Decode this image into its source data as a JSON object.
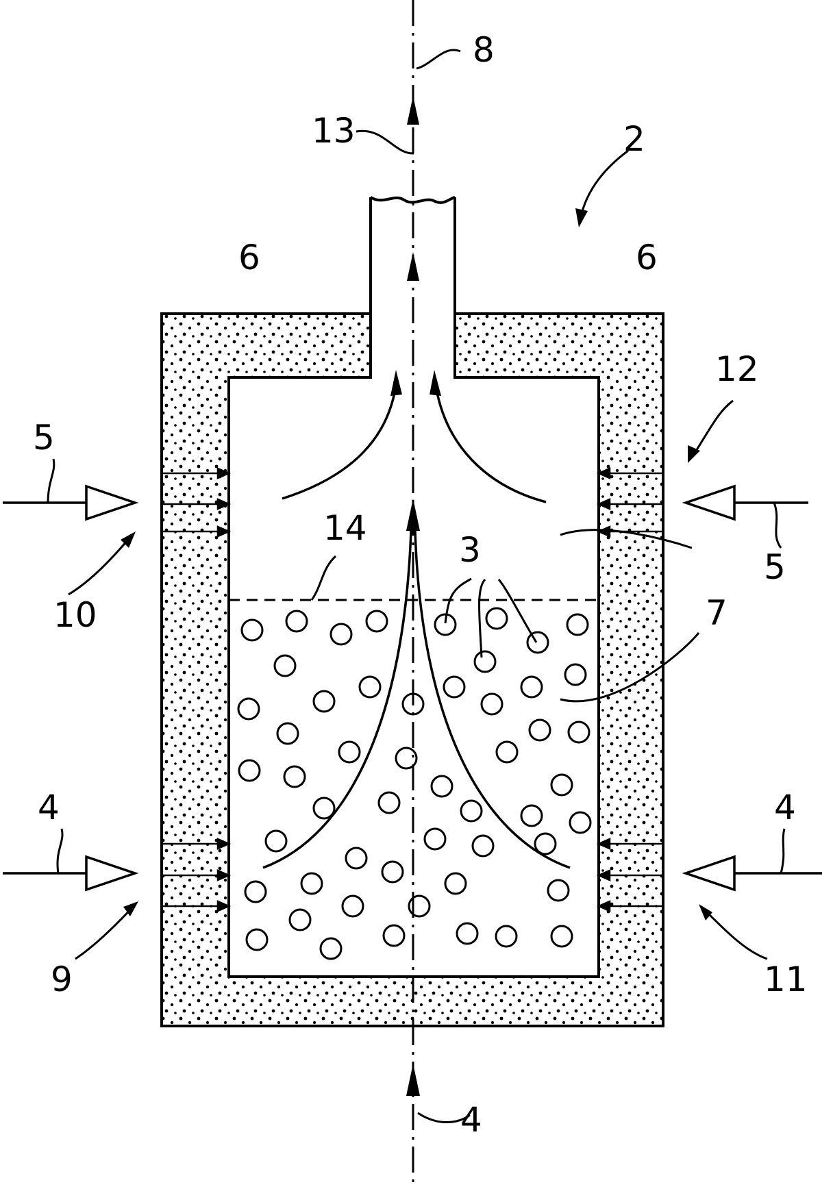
{
  "diagram": {
    "colors": {
      "ink": "#000000",
      "paper": "#ffffff"
    },
    "labels": {
      "axis_8": "8",
      "outlet_13": "13",
      "apparatus_2": "2",
      "insulation_left_6": "6",
      "insulation_right_6": "6",
      "inlet_left_upper_5": "5",
      "inlet_right_upper_5": "5",
      "region_left_upper_10": "10",
      "region_right_upper_12": "12",
      "level_14": "14",
      "particles_3": "3",
      "wall_7": "7",
      "inlet_left_lower_4": "4",
      "inlet_right_lower_4": "4",
      "region_left_lower_9": "9",
      "region_right_lower_11": "11",
      "inlet_bottom_4": "4"
    }
  }
}
